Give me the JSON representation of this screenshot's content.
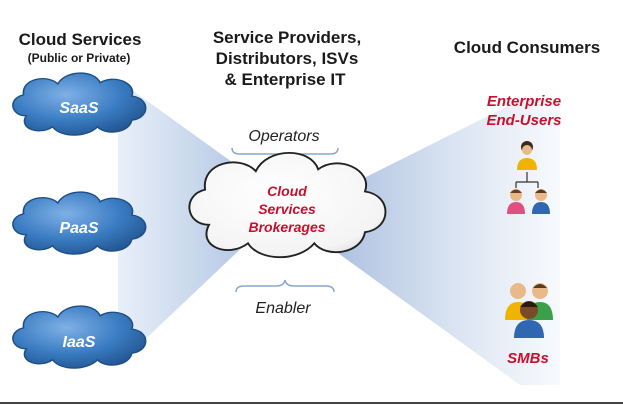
{
  "headers": {
    "cloud_services_title": "Cloud Services",
    "cloud_services_subtitle": "(Public or Private)",
    "providers_line1": "Service Providers,",
    "providers_line2": "Distributors, ISVs",
    "providers_line3": "& Enterprise IT",
    "consumers_title": "Cloud Consumers"
  },
  "services": [
    {
      "label": "SaaS"
    },
    {
      "label": "PaaS"
    },
    {
      "label": "IaaS"
    }
  ],
  "broker": {
    "line1": "Cloud",
    "line2": "Services",
    "line3": "Brokerages",
    "top_role": "Operators",
    "bottom_role": "Enabler"
  },
  "consumers": {
    "enterprise_line1": "Enterprise",
    "enterprise_line2": "End-Users",
    "smb_label": "SMBs"
  },
  "colors": {
    "cloud_blue": "#2f6fb0",
    "highlight_red": "#c8102e",
    "fan_blue": "#b9cbe6"
  }
}
